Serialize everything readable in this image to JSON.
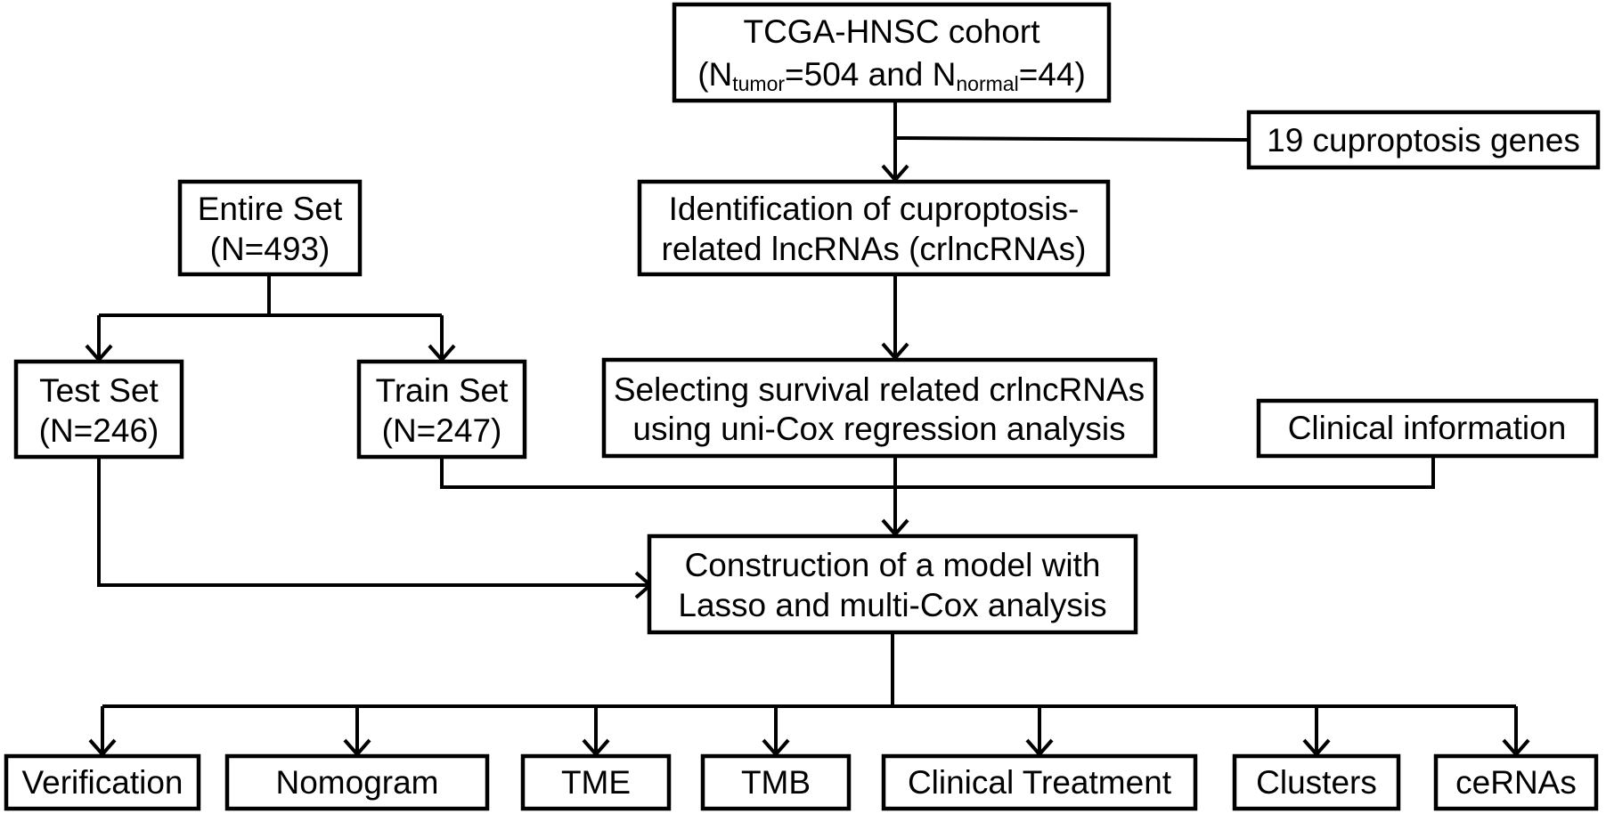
{
  "cohort": {
    "title": "TCGA-HNSC cohort",
    "paren_open": "(N",
    "tumor_sub": "tumor",
    "tumor_val": "=504 and N",
    "normal_sub": "normal",
    "normal_val": "=44)"
  },
  "genes": "19 cuproptosis genes",
  "identification": {
    "line1": "Identification of cuproptosis-",
    "line2": "related lncRNAs (crlncRNAs)"
  },
  "entire_set": {
    "line1": "Entire Set",
    "line2": "(N=493)"
  },
  "test_set": {
    "line1": "Test Set",
    "line2": "(N=246)"
  },
  "train_set": {
    "line1": "Train Set",
    "line2": "(N=247)"
  },
  "selecting": {
    "line1": "Selecting survival related crlncRNAs",
    "line2": "using uni-Cox regression analysis"
  },
  "clinical_info": "Clinical information",
  "construction": {
    "line1": "Construction of a model with",
    "line2": "Lasso and multi-Cox analysis"
  },
  "outputs": {
    "verification": "Verification",
    "nomogram": "Nomogram",
    "tme": "TME",
    "tmb": "TMB",
    "clinical_treatment": "Clinical Treatment",
    "clusters": "Clusters",
    "cernas": "ceRNAs"
  }
}
